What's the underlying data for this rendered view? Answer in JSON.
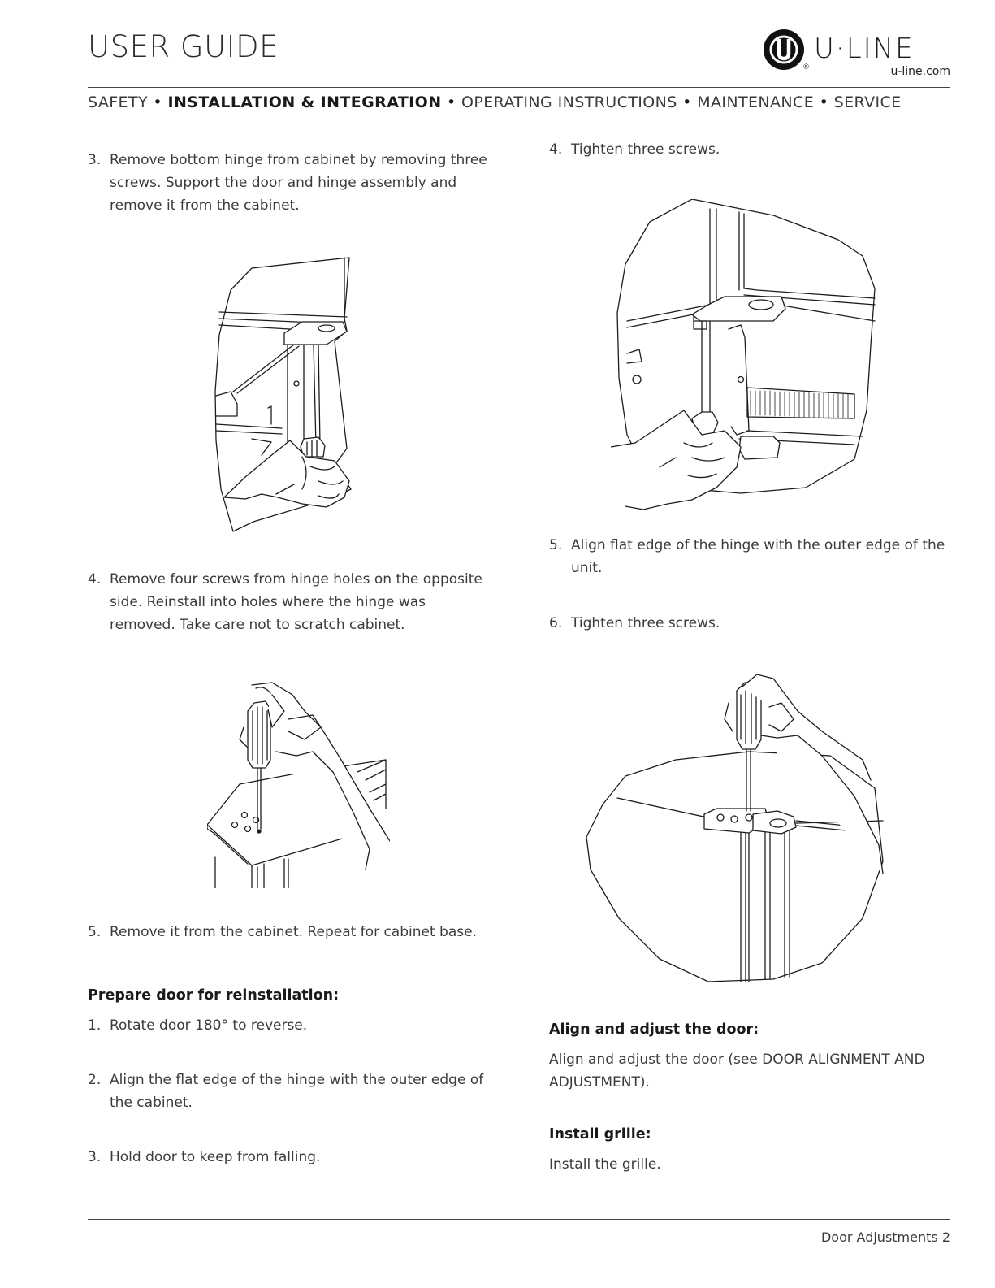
{
  "header": {
    "title": "USER GUIDE",
    "brand_name": "U·LINE",
    "brand_registered": "®",
    "brand_url": "u-line.com"
  },
  "nav": {
    "items": [
      {
        "label": "SAFETY",
        "active": false
      },
      {
        "label": "INSTALLATION & INTEGRATION",
        "active": true
      },
      {
        "label": "OPERATING INSTRUCTIONS",
        "active": false
      },
      {
        "label": "MAINTENANCE",
        "active": false
      },
      {
        "label": "SERVICE",
        "active": false
      }
    ],
    "separator": "•"
  },
  "left_column": {
    "step3": {
      "num": "3.",
      "text": "Remove bottom hinge from cabinet by removing three screws. Support the door and hinge assembly and remove it from the cabinet."
    },
    "step4": {
      "num": "4.",
      "text": "Remove four screws from hinge holes on the opposite side. Reinstall into holes where the hinge was removed. Take care not to scratch cabinet."
    },
    "step5": {
      "num": "5.",
      "text": "Remove it from the cabinet. Repeat for cabinet base."
    },
    "prepare_heading": "Prepare door for reinstallation:",
    "prep1": {
      "num": "1.",
      "text": "Rotate door 180° to reverse."
    },
    "prep2": {
      "num": "2.",
      "text": "Align the flat edge of the hinge with the outer edge of the cabinet."
    },
    "prep3": {
      "num": "3.",
      "text": "Hold door to keep from falling."
    }
  },
  "right_column": {
    "step4": {
      "num": "4.",
      "text": "Tighten three screws."
    },
    "step5": {
      "num": "5.",
      "text": "Align flat edge of the hinge with the outer edge of the unit."
    },
    "step6": {
      "num": "6.",
      "text": "Tighten three screws."
    },
    "align_heading": "Align and adjust the door:",
    "align_text": "Align and adjust the door (see DOOR ALIGNMENT AND ADJUSTMENT).",
    "grille_heading": "Install grille:",
    "grille_text": "Install the grille."
  },
  "footer": {
    "page_label": "Door Adjustments 2"
  }
}
